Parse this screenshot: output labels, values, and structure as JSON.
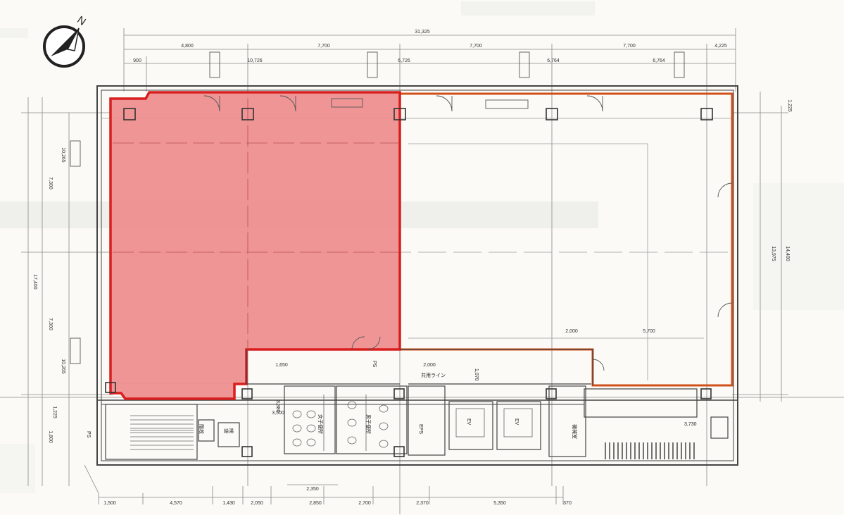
{
  "drawing": {
    "north_label": "N",
    "colors": {
      "paper": "#fbfaf6",
      "wall": "#444444",
      "line": "#777777",
      "faint": "#b8b8b8",
      "highlight_fill": "#ef8c8c",
      "highlight_stroke": "#d81e1e",
      "outline_stroke": "#d0501a",
      "ghost": "#cfcfcf"
    },
    "dimensions": {
      "overall": "31,325",
      "top": [
        "4,800",
        "7,700",
        "7,700",
        "7,700",
        "4,225"
      ],
      "top_sub": [
        "900",
        "10,726",
        "6,726",
        "6,764",
        "6,764"
      ],
      "bottom": [
        "1,500",
        "4,570",
        "1,430",
        "2,050",
        "2,850",
        "2,700",
        "2,370",
        "5,350",
        "370"
      ],
      "bottom_sub": "2,350",
      "left": [
        "10,265",
        "7,300",
        "17,400",
        "7,300",
        "10,265",
        "1,225",
        "1,800"
      ],
      "right": [
        "1,225",
        "13,975",
        "14,400"
      ],
      "inner": [
        "2,000",
        "5,700",
        "1,650",
        "3,500",
        "2,000"
      ]
    },
    "room_labels": {
      "corridor": "共用ライン",
      "eps": "EPS",
      "ev1": "EV",
      "ev2": "EV",
      "pit": "PS",
      "stair": "階段",
      "mech": "機械室",
      "wc_f": "女子便所",
      "wc_m": "男子便所",
      "kitchen": "給湯",
      "shaft": "PS",
      "dim_right": "3,730",
      "dim_vert_left": "3,380",
      "dim_vert_mid": "1,070"
    }
  }
}
